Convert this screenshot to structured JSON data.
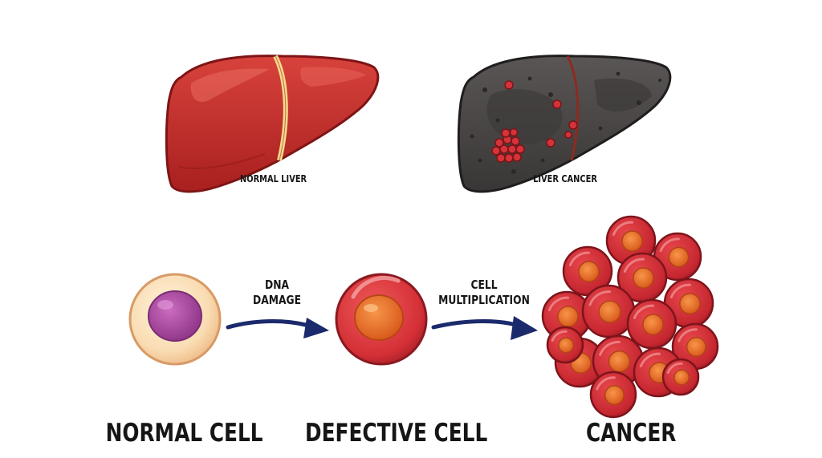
{
  "livers": {
    "normal_label": "NORMAL LIVER",
    "cancer_label": "LIVER CANCER"
  },
  "steps": {
    "arrow1_line1": "DNA",
    "arrow1_line2": "DAMAGE",
    "arrow2_line1": "CELL",
    "arrow2_line2": "MULTIPLICATION"
  },
  "cells": {
    "normal_label": "NORMAL CELL",
    "defective_label": "DEFECTIVE CELL",
    "cancer_label": "CANCER"
  },
  "colors": {
    "healthy_liver": "#c8302f",
    "diseased_liver": "#4a4747",
    "normal_cell": "#f6d3a8",
    "normal_nucleus": "#b24ea6",
    "defective_cell": "#d8343a",
    "defective_nucleus": "#ec6b1f",
    "arrow": "#1b2a6c"
  }
}
